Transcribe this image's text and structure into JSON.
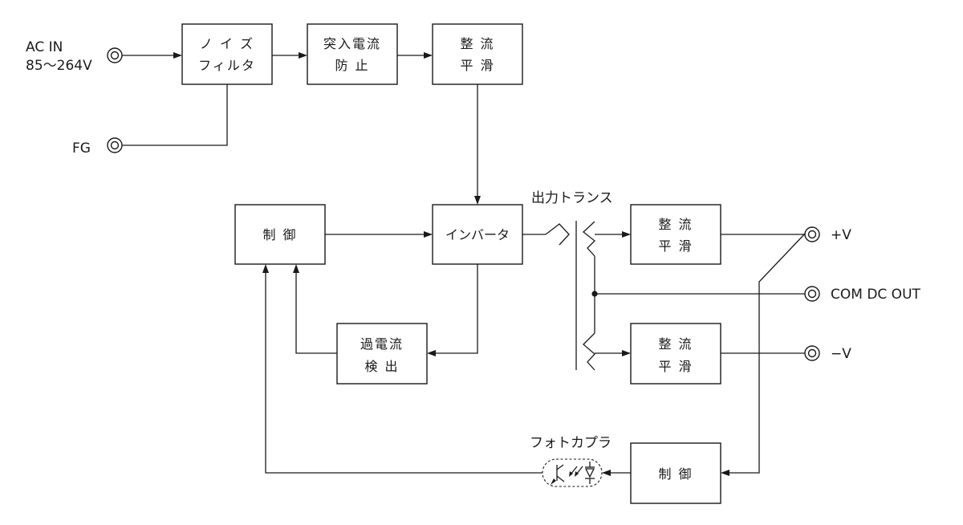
{
  "inputs": {
    "ac_in": {
      "line1": "AC IN",
      "line2": "85〜264V"
    },
    "fg": "FG"
  },
  "blocks": {
    "noise_filter": {
      "line1": "ノ イ ズ",
      "line2": "フィルタ"
    },
    "inrush": {
      "line1": "突入電流",
      "line2": "防 止"
    },
    "rect1": {
      "line1": "整 流",
      "line2": "平 滑"
    },
    "control_main": "制 御",
    "inverter": "インバータ",
    "overcurrent": {
      "line1": "過電流",
      "line2": "検 出"
    },
    "rect_pos": {
      "line1": "整 流",
      "line2": "平 滑"
    },
    "rect_neg": {
      "line1": "整 流",
      "line2": "平 滑"
    },
    "control_fb": "制 御"
  },
  "labels": {
    "transformer": "出力トランス",
    "photocoupler": "フォトカプラ"
  },
  "outputs": {
    "pos": "+V",
    "com": "COM DC OUT",
    "neg": "−V"
  }
}
